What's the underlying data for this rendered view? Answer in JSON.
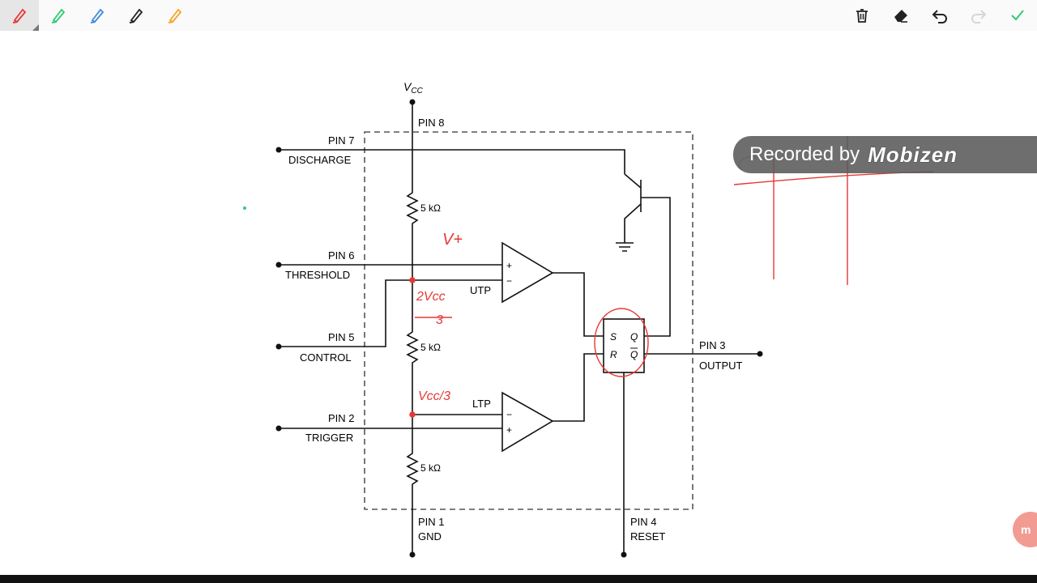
{
  "toolbar": {
    "pens": [
      {
        "icon": "pen-red-icon",
        "color": "#e53935"
      },
      {
        "icon": "pen-green-icon",
        "color": "#2ecc71"
      },
      {
        "icon": "pen-blue-icon",
        "color": "#3d8be0"
      },
      {
        "icon": "pen-black-icon",
        "color": "#222222"
      },
      {
        "icon": "pen-orange-icon",
        "color": "#f5a623"
      }
    ],
    "actions": [
      "trash-icon",
      "eraser-icon",
      "undo-icon",
      "redo-icon",
      "check-icon"
    ]
  },
  "diagram": {
    "vcc": "V",
    "vcc_sub": "CC",
    "pin8": "PIN 8",
    "pin7": "PIN 7",
    "discharge": "DISCHARGE",
    "pin6": "PIN 6",
    "threshold": "THRESHOLD",
    "pin5": "PIN 5",
    "control": "CONTROL",
    "pin2": "PIN 2",
    "trigger": "TRIGGER",
    "pin1": "PIN 1",
    "gnd": "GND",
    "pin4": "PIN 4",
    "reset": "RESET",
    "pin3": "PIN 3",
    "output": "OUTPUT",
    "r1": "5 kΩ",
    "r2": "5 kΩ",
    "r3": "5 kΩ",
    "utp": "UTP",
    "ltp": "LTP",
    "comp_plus": "+",
    "comp_minus": "−",
    "ff_s": "S",
    "ff_r": "R",
    "ff_q": "Q",
    "ff_qbar": "Q"
  },
  "annotations": {
    "v_plus": "V+",
    "two_vcc": "2Vcc",
    "three": "3",
    "vcc_third": "Vcc/3"
  },
  "watermark": {
    "text": "Recorded by",
    "logo": "Mobizen"
  },
  "float_button": {
    "label": "m"
  },
  "colors": {
    "ink_red": "#e53935",
    "line": "#111111",
    "dash": "#555555"
  }
}
